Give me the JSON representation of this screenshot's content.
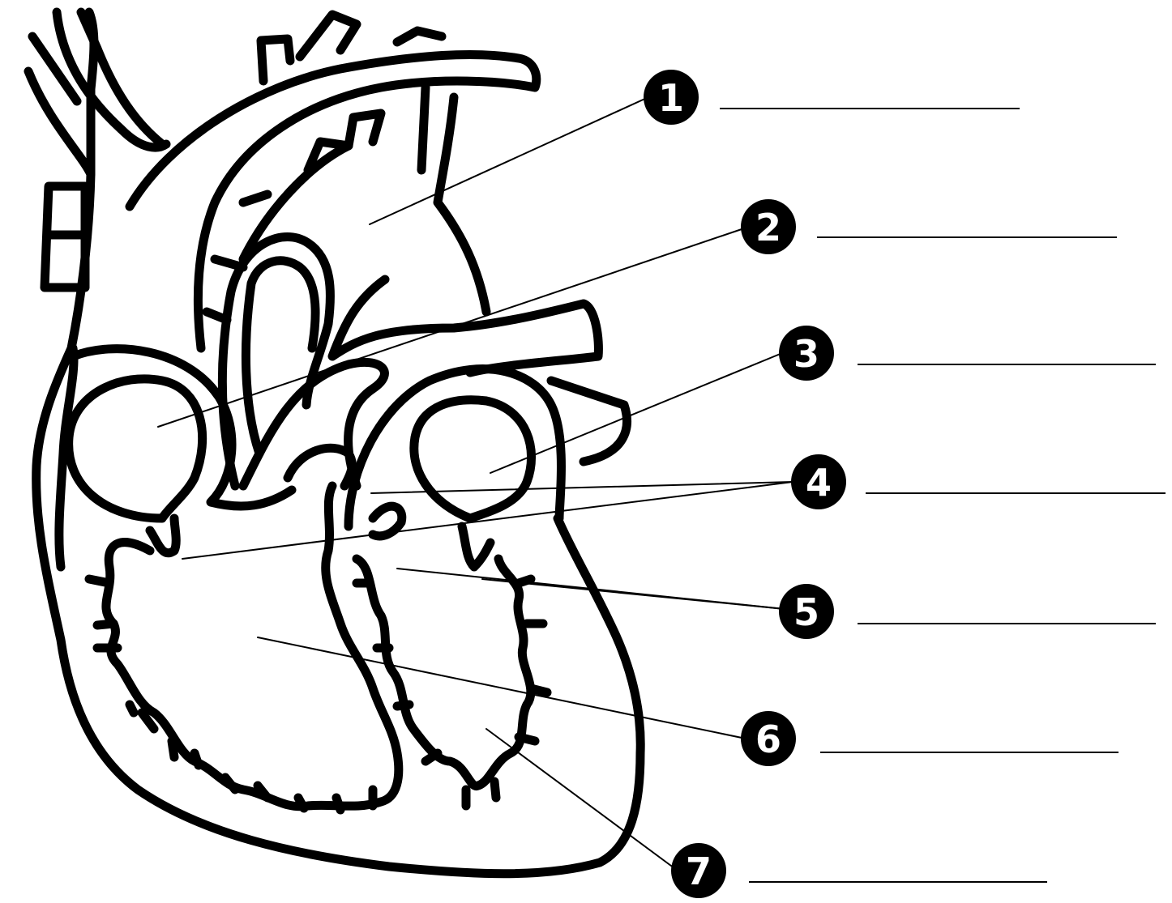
{
  "labels": [
    {
      "number": "1"
    },
    {
      "number": "2"
    },
    {
      "number": "3"
    },
    {
      "number": "4"
    },
    {
      "number": "5"
    },
    {
      "number": "6"
    },
    {
      "number": "7"
    }
  ],
  "colors": {
    "ink": "#000000",
    "paper": "#ffffff"
  }
}
